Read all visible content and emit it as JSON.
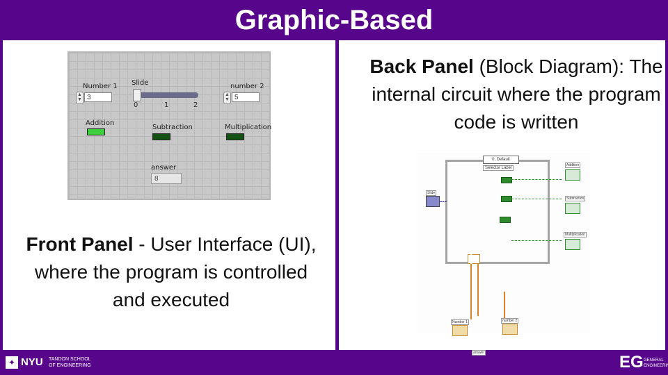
{
  "slide": {
    "title": "Graphic-Based"
  },
  "front_panel": {
    "number1_label": "Number 1",
    "number1_value": "3",
    "number2_label": "number 2",
    "number2_value": "5",
    "slide_label": "Slide",
    "slide_ticks": [
      "0",
      "1",
      "2"
    ],
    "addition_label": "Addition",
    "subtraction_label": "Subtraction",
    "multiplication_label": "Multiplication",
    "answer_label": "answer",
    "answer_value": "8",
    "caption_bold": "Front Panel",
    "caption_rest": " - User Interface (UI), where the program is controlled and executed"
  },
  "back_panel": {
    "caption_bold": "Back Panel",
    "caption_rest": " (Block Diagram): The internal circuit where the program code is written",
    "selector_text": "0, Default",
    "selector_label": "Selector Label",
    "slide_term": "Slide",
    "addition_term": "Addition",
    "subtraction_term": "Subtraction",
    "multiplication_term": "Multiplication",
    "number1_term": "Number 1",
    "number2_term": "number 2",
    "answer_term": "answer"
  },
  "footer": {
    "nyu": "NYU",
    "tandon": "TANDON SCHOOL OF ENGINEERING",
    "eg": "EG",
    "eg_sub1": "GENERAL",
    "eg_sub2": "ENGINEERING"
  },
  "colors": {
    "brand": "#57068c",
    "led_on": "#3ecf3e",
    "led_off": "#145214",
    "wire_orange": "#d9822b",
    "wire_green": "#2e8b2e"
  }
}
